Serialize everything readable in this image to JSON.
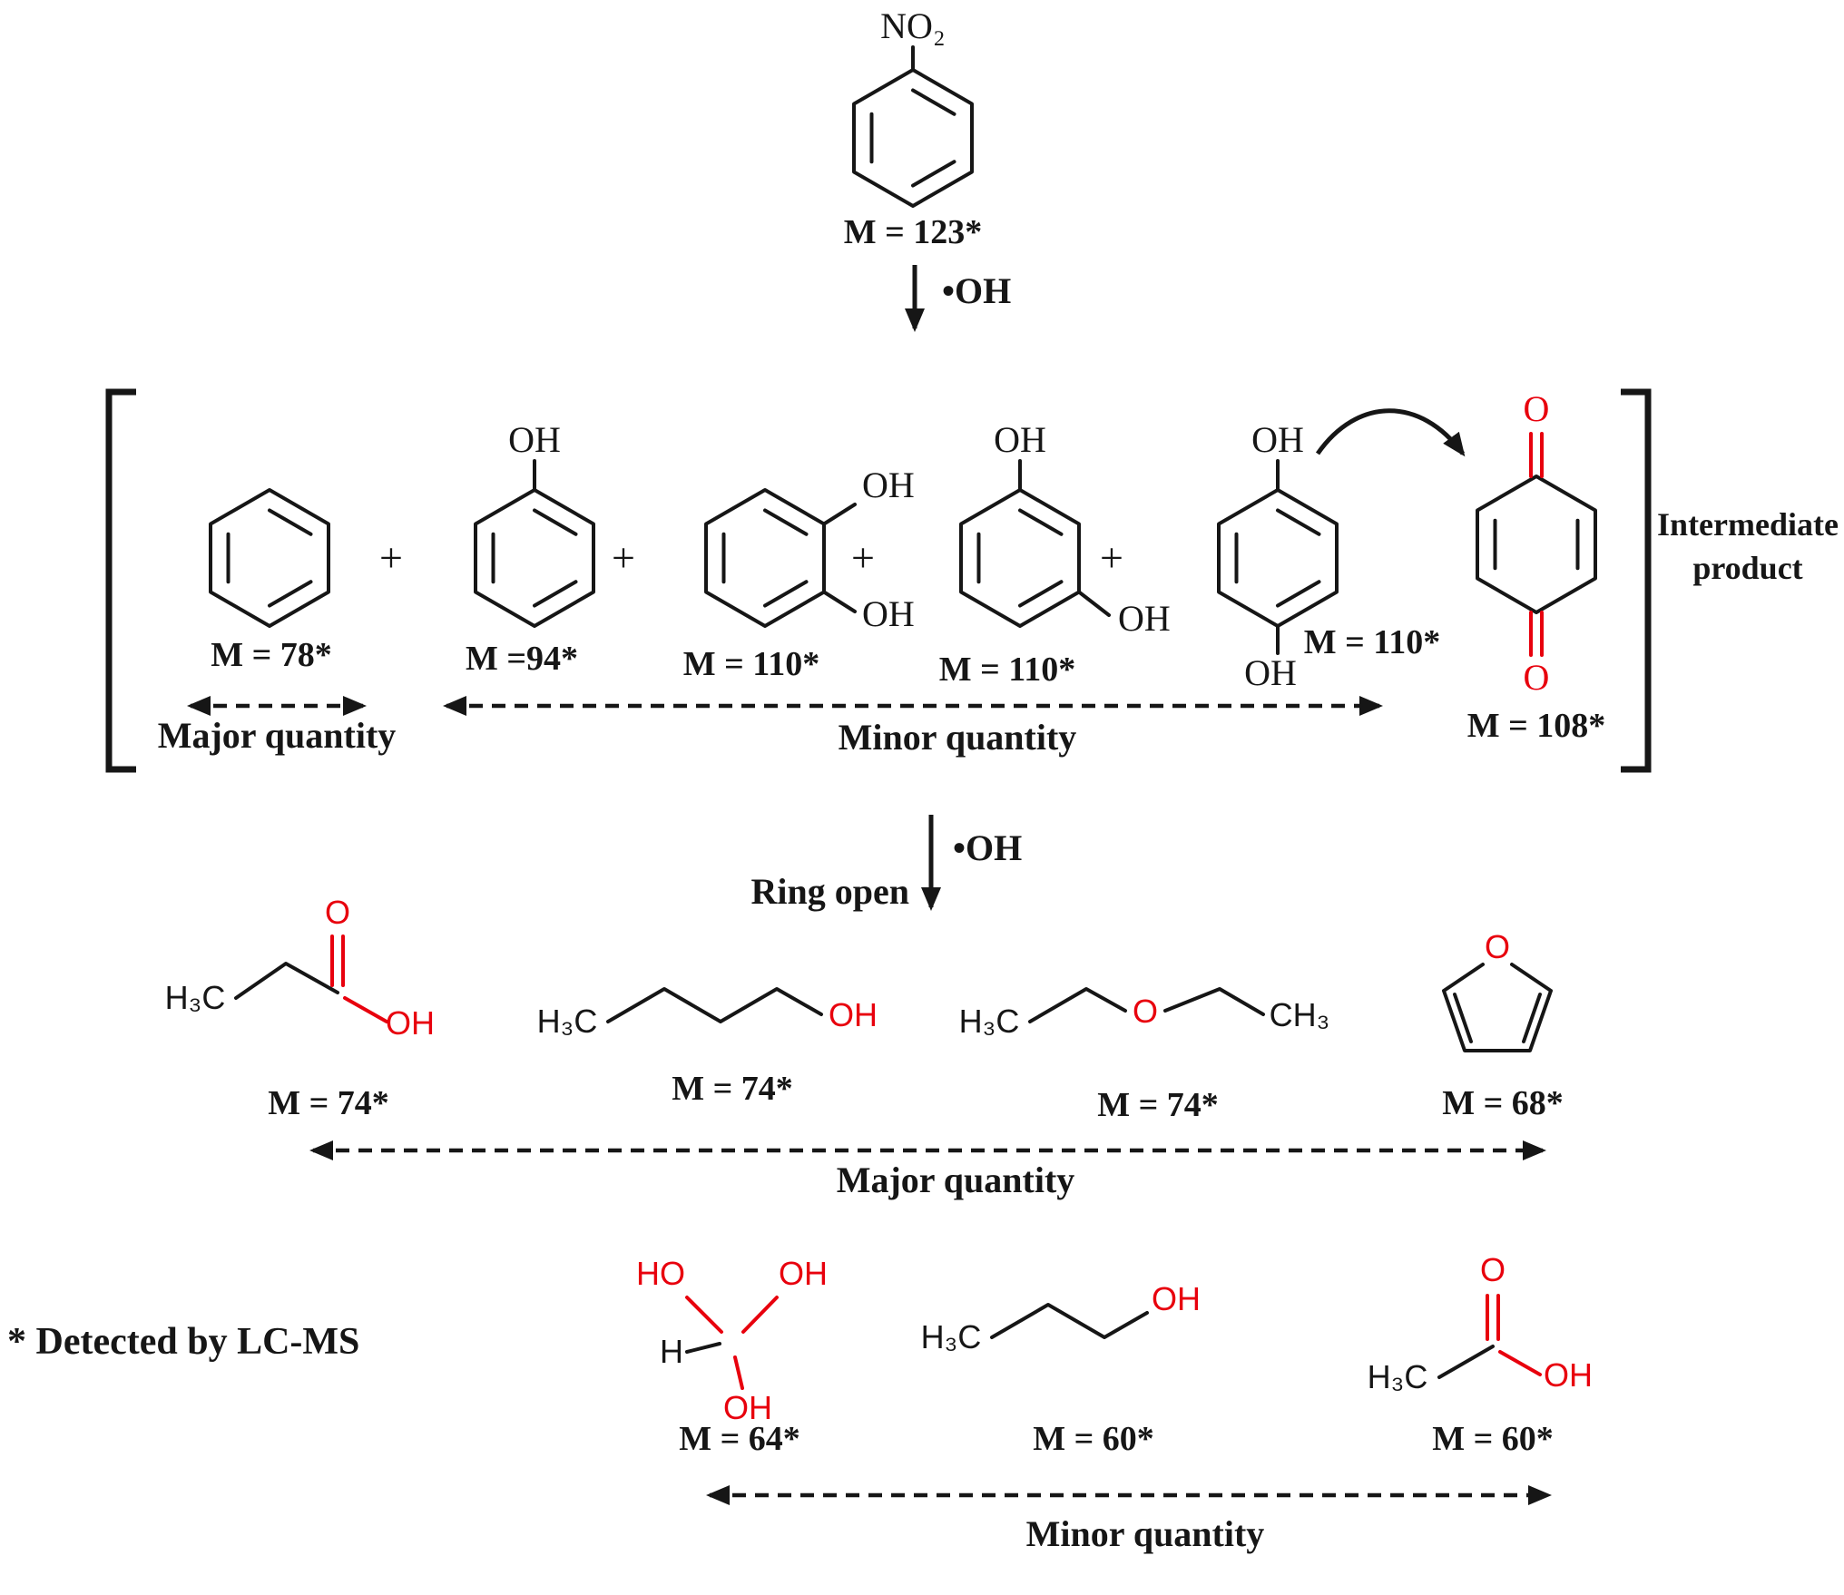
{
  "colors": {
    "bond_black": "#161616",
    "heteroatom_red": "#e8000d"
  },
  "reactant": {
    "no2": "NO₂",
    "mass": "M = 123*"
  },
  "arrow1": {
    "radical": "•OH"
  },
  "intermediates": {
    "plus": "+",
    "benzene": {
      "mass": "M = 78*"
    },
    "phenol": {
      "oh": "OH",
      "mass": "M =94*"
    },
    "catechol": {
      "oh_top": "OH",
      "oh_bottom": "OH",
      "mass": "M = 110*"
    },
    "resorcinol": {
      "oh_top": "OH",
      "oh_bottom": "OH",
      "mass": "M = 110*"
    },
    "hydroquinone": {
      "oh_top": "OH",
      "oh_bottom": "OH",
      "mass": "M = 110*"
    },
    "benzoquinone": {
      "o_top": "O",
      "o_bottom": "O",
      "mass": "M = 108*"
    },
    "major_label": "Major quantity",
    "minor_label": "Minor quantity",
    "bracket_label_line1": "Intermediate",
    "bracket_label_line2": "product"
  },
  "arrow2": {
    "radical": "•OH",
    "ring_open": "Ring open"
  },
  "major_products": {
    "propionic_acid": {
      "h3c": "H₃C",
      "o": "O",
      "oh": "OH",
      "mass": "M = 74*"
    },
    "butanol": {
      "h3c": "H₃C",
      "oh": "OH",
      "mass": "M = 74*"
    },
    "diethyl_ether": {
      "h3c": "H₃C",
      "o": "O",
      "ch3": "CH₃",
      "mass": "M = 74*"
    },
    "furan": {
      "o": "O",
      "mass": "M = 68*"
    },
    "label": "Major quantity"
  },
  "footnote": "* Detected by LC-MS",
  "minor_products": {
    "methanetriol": {
      "ho": "HO",
      "oh_right": "OH",
      "h": "H",
      "oh_bottom": "OH",
      "mass": "M = 64*"
    },
    "propanol": {
      "h3c": "H₃C",
      "oh": "OH",
      "mass": "M = 60*"
    },
    "acetic_acid": {
      "h3c": "H₃C",
      "o": "O",
      "oh": "OH",
      "mass": "M = 60*"
    },
    "label": "Minor quantity"
  }
}
